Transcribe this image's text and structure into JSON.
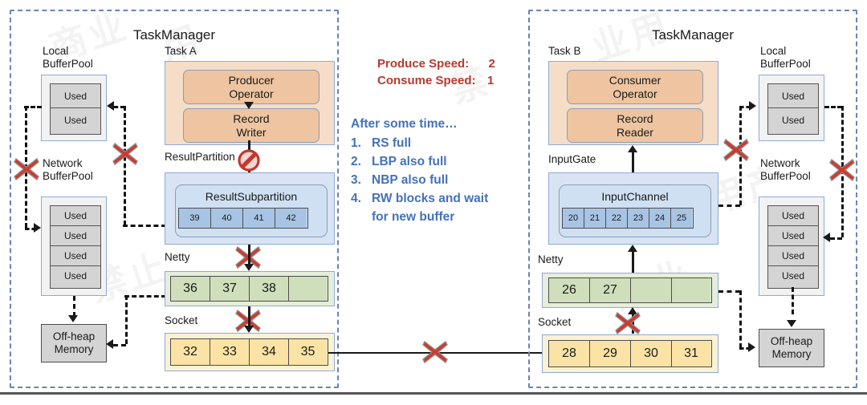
{
  "left_taskmanager": {
    "title": "TaskManager",
    "local_buffer_pool": {
      "label": "Local\nBufferPool",
      "label_l1": "Local",
      "label_l2": "BufferPool",
      "cells": [
        "Used",
        "Used"
      ]
    },
    "network_buffer_pool": {
      "label_l1": "Network",
      "label_l2": "BufferPool",
      "cells": [
        "Used",
        "Used",
        "Used",
        "Used"
      ]
    },
    "off_heap": {
      "label_l1": "Off-heap",
      "label_l2": "Memory"
    },
    "task": {
      "label": "Task A",
      "operators": [
        {
          "line1": "Producer",
          "line2": "Operator"
        },
        {
          "line1": "Record",
          "line2": "Writer"
        }
      ]
    },
    "result_partition": {
      "label": "ResultPartition",
      "subpartition_label": "ResultSubpartition",
      "buffers": [
        "39",
        "40",
        "41",
        "42"
      ]
    },
    "netty": {
      "label": "Netty",
      "buffers": [
        "36",
        "37",
        "38",
        ""
      ]
    },
    "socket": {
      "label": "Socket",
      "buffers": [
        "32",
        "33",
        "34",
        "35"
      ]
    }
  },
  "right_taskmanager": {
    "title": "TaskManager",
    "local_buffer_pool": {
      "label_l1": "Local",
      "label_l2": "BufferPool",
      "cells": [
        "Used",
        "Used"
      ]
    },
    "network_buffer_pool": {
      "label_l1": "Network",
      "label_l2": "BufferPool",
      "cells": [
        "Used",
        "Used",
        "Used",
        "Used"
      ]
    },
    "off_heap": {
      "label_l1": "Off-heap",
      "label_l2": "Memory"
    },
    "task": {
      "label": "Task B",
      "operators": [
        {
          "line1": "Consumer",
          "line2": "Operator"
        },
        {
          "line1": "Record",
          "line2": "Reader"
        }
      ]
    },
    "input_gate": {
      "label": "InputGate",
      "channel_label": "InputChannel",
      "buffers": [
        "20",
        "21",
        "22",
        "23",
        "24",
        "25"
      ]
    },
    "netty": {
      "label": "Netty",
      "buffers": [
        "26",
        "27",
        "",
        ""
      ]
    },
    "socket": {
      "label": "Socket",
      "buffers": [
        "28",
        "29",
        "30",
        "31"
      ]
    }
  },
  "center_notes": {
    "produce_speed_label": "Produce Speed:",
    "produce_speed_value": "2",
    "consume_speed_label": "Consume Speed:",
    "consume_speed_value": "1",
    "heading": "After some time…",
    "items": [
      {
        "num": "1.",
        "text": "RS full"
      },
      {
        "num": "2.",
        "text": "LBP also full"
      },
      {
        "num": "3.",
        "text": "NBP also full"
      },
      {
        "num": "4.",
        "text": "RW blocks and wait"
      },
      {
        "num": "",
        "text": "for new buffer"
      }
    ]
  },
  "colors": {
    "frame_dashed": "#6b84b4",
    "task_fill": "#f5ddc8",
    "operator_fill": "#eec5a0",
    "partition_fill": "#d8e4f4",
    "subpartition_fill": "#cfe0f3",
    "buffer_blue": "#a8c4e4",
    "netty_green": "#cfdfbb",
    "socket_yellow": "#fae3a4",
    "pool_gray": "#d4d4d4",
    "red_x": "#d1382c",
    "note_blue": "#4472b8",
    "speed_red": "#b8392f"
  },
  "icons": {
    "red_x": "blocked-x-icon",
    "no_entry": "no-entry-icon"
  },
  "watermarks": [
    "产 禁 商 业 用",
    "禁 商 业 用 产"
  ]
}
